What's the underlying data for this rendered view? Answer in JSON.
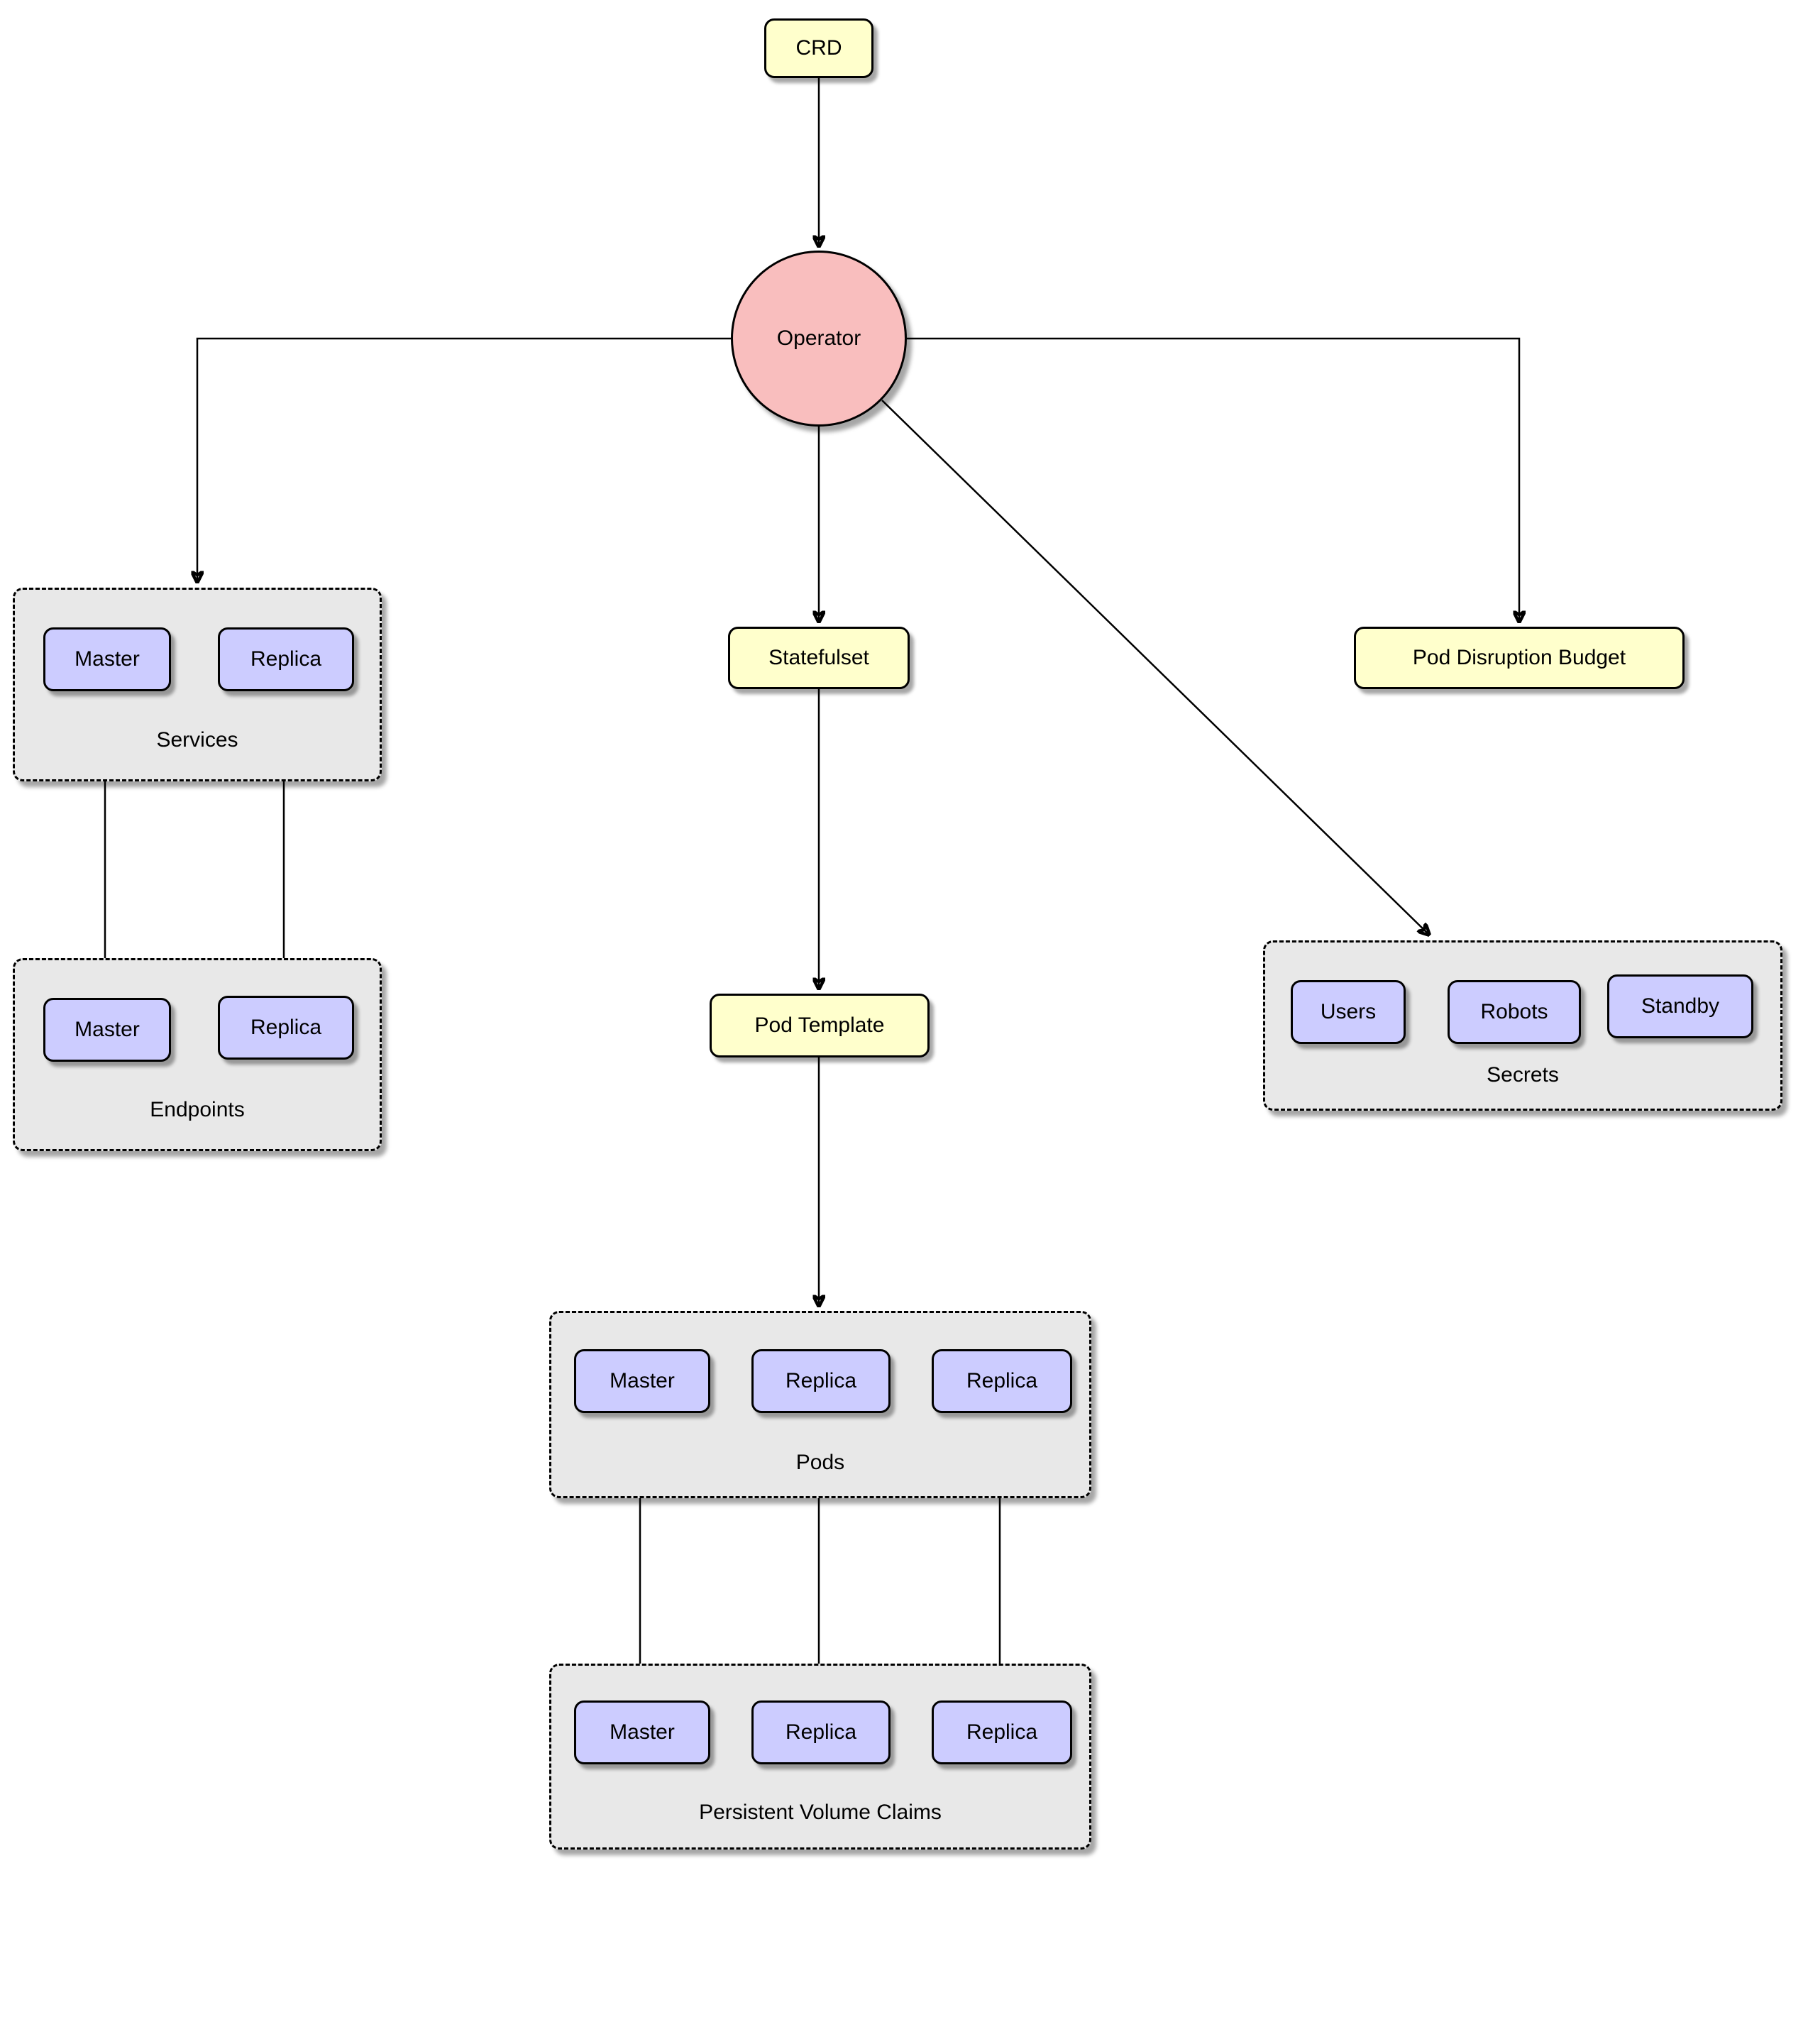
{
  "colors": {
    "node_yellow": "#FFFFCC",
    "node_purple": "#CCCCFF",
    "operator_pink": "#F9BEBE",
    "group_gray": "#E8E8E8",
    "line": "#000000"
  },
  "nodes": {
    "crd": {
      "label": "CRD"
    },
    "operator": {
      "label": "Operator"
    },
    "statefulset": {
      "label": "Statefulset"
    },
    "pod_disruption_budget": {
      "label": "Pod Disruption Budget"
    },
    "pod_template": {
      "label": "Pod Template"
    }
  },
  "groups": {
    "services": {
      "label": "Services",
      "items": [
        "Master",
        "Replica"
      ]
    },
    "endpoints": {
      "label": "Endpoints",
      "items": [
        "Master",
        "Replica"
      ]
    },
    "secrets": {
      "label": "Secrets",
      "items": [
        "Users",
        "Robots",
        "Standby"
      ]
    },
    "pods": {
      "label": "Pods",
      "items": [
        "Master",
        "Replica",
        "Replica"
      ]
    },
    "persistent_volume_claims": {
      "label": "Persistent Volume Claims",
      "items": [
        "Master",
        "Replica",
        "Replica"
      ]
    }
  },
  "edges": [
    {
      "from": "CRD",
      "to": "Operator"
    },
    {
      "from": "Operator",
      "to": "Services"
    },
    {
      "from": "Operator",
      "to": "Statefulset"
    },
    {
      "from": "Operator",
      "to": "Pod Disruption Budget"
    },
    {
      "from": "Operator",
      "to": "Secrets"
    },
    {
      "from": "Services.Master",
      "to": "Endpoints.Master"
    },
    {
      "from": "Services.Replica",
      "to": "Endpoints.Replica"
    },
    {
      "from": "Statefulset",
      "to": "Pod Template"
    },
    {
      "from": "Pod Template",
      "to": "Pods"
    },
    {
      "from": "Pods.Master",
      "to": "Persistent Volume Claims.Master"
    },
    {
      "from": "Pods.Replica",
      "to": "Persistent Volume Claims.Replica"
    },
    {
      "from": "Pods.Replica2",
      "to": "Persistent Volume Claims.Replica2"
    }
  ]
}
